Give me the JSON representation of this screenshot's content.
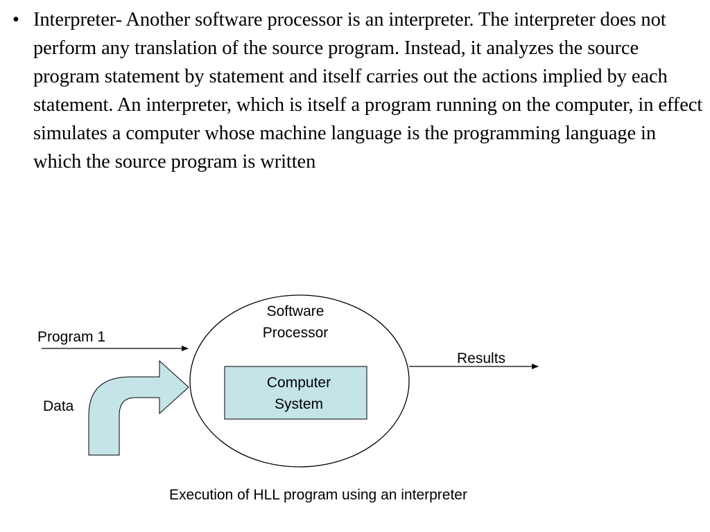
{
  "slide": {
    "bullet": "•",
    "paragraph": "Interpreter- Another software processor is an interpreter. The interpreter does not perform any translation of the source program. Instead, it analyzes the source program statement by statement and itself carries out the actions implied by each statement. An interpreter, which is itself a program running on the computer, in effect simulates a computer whose machine language is the programming language in which the source program is written"
  },
  "diagram": {
    "processor_label_line1": "Software",
    "processor_label_line2": "Processor",
    "system_label_line1": "Computer",
    "system_label_line2": "System",
    "program_label": "Program 1",
    "data_label": "Data",
    "results_label": "Results",
    "caption": "Execution of HLL program using an interpreter",
    "colors": {
      "box_fill": "#c4e4e8",
      "stroke": "#000000"
    }
  }
}
